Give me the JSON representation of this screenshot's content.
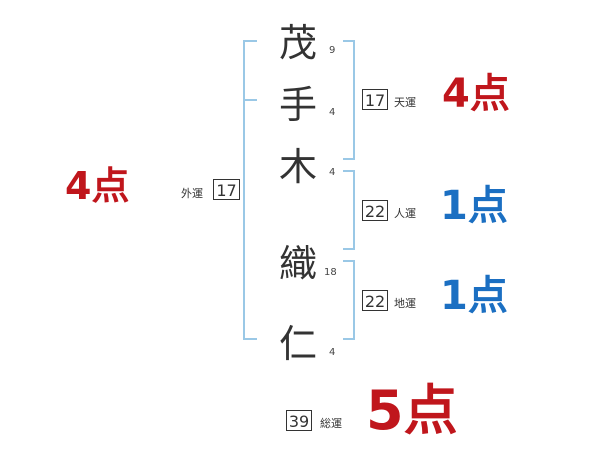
{
  "name_chars": [
    {
      "char": "茂",
      "strokes": "9"
    },
    {
      "char": "手",
      "strokes": "4"
    },
    {
      "char": "木",
      "strokes": "4"
    },
    {
      "char": "織",
      "strokes": "18"
    },
    {
      "char": "仁",
      "strokes": "4"
    }
  ],
  "fortunes": {
    "tenkaku": {
      "label": "天運",
      "value": "17",
      "score": "4点"
    },
    "jinkaku": {
      "label": "人運",
      "value": "22",
      "score": "1点"
    },
    "chikaku": {
      "label": "地運",
      "value": "22",
      "score": "1点"
    },
    "gaikaku": {
      "label": "外運",
      "value": "17",
      "score": "4点"
    },
    "soukaku": {
      "label": "総運",
      "value": "39",
      "score": "5点"
    }
  },
  "colors": {
    "bracket": "#9ac8e6",
    "score_red": "#c0161c",
    "score_blue": "#1b6fc2",
    "text": "#333333"
  }
}
